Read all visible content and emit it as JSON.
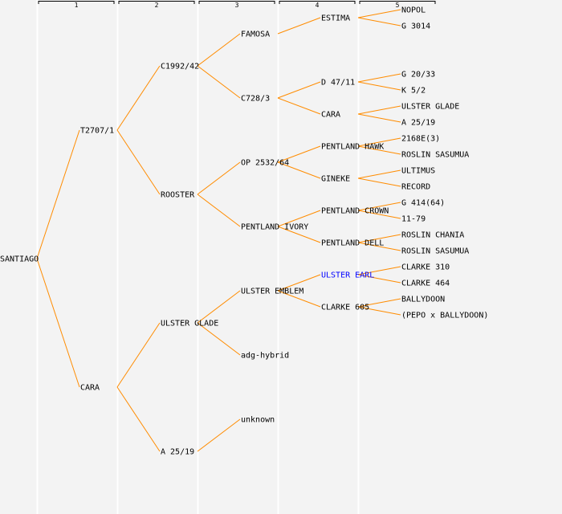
{
  "colors": {
    "line": "#ff8c00",
    "text": "#000000",
    "highlight": "#0000ff",
    "background": "#f3f3f3",
    "divider": "#ffffff"
  },
  "generations": [
    "1",
    "2",
    "3",
    "4",
    "5"
  ],
  "tree": {
    "label": "SANTIAGO",
    "children": [
      {
        "label": "T2707/1",
        "children": [
          {
            "label": "C1992/42",
            "children": [
              {
                "label": "FAMOSA",
                "children": [
                  {
                    "label": "ESTIMA",
                    "children": [
                      {
                        "label": "NOPOL"
                      },
                      {
                        "label": "G 3014"
                      }
                    ]
                  },
                  null
                ]
              },
              {
                "label": "C728/3",
                "children": [
                  {
                    "label": "D 47/11",
                    "children": [
                      {
                        "label": "G 20/33"
                      },
                      {
                        "label": "K 5/2"
                      }
                    ]
                  },
                  {
                    "label": "CARA",
                    "children": [
                      {
                        "label": "ULSTER GLADE"
                      },
                      {
                        "label": "A 25/19"
                      }
                    ]
                  }
                ]
              }
            ]
          },
          {
            "label": "ROOSTER",
            "children": [
              {
                "label": "OP 2532/64",
                "children": [
                  {
                    "label": "PENTLAND HAWK",
                    "children": [
                      {
                        "label": "2168E(3)"
                      },
                      {
                        "label": "ROSLIN SASUMUA"
                      }
                    ]
                  },
                  {
                    "label": "GINEKE",
                    "children": [
                      {
                        "label": "ULTIMUS"
                      },
                      {
                        "label": "RECORD"
                      }
                    ]
                  }
                ]
              },
              {
                "label": "PENTLAND IVORY",
                "children": [
                  {
                    "label": "PENTLAND CROWN",
                    "children": [
                      {
                        "label": "G 414(64)"
                      },
                      {
                        "label": "11-79"
                      }
                    ]
                  },
                  {
                    "label": "PENTLAND DELL",
                    "children": [
                      {
                        "label": "ROSLIN CHANIA"
                      },
                      {
                        "label": "ROSLIN SASUMUA"
                      }
                    ]
                  }
                ]
              }
            ]
          }
        ]
      },
      {
        "label": "CARA",
        "children": [
          {
            "label": "ULSTER GLADE",
            "children": [
              {
                "label": "ULSTER EMBLEM",
                "children": [
                  {
                    "label": "ULSTER EARL",
                    "highlight": true,
                    "children": [
                      {
                        "label": "CLARKE 310"
                      },
                      {
                        "label": "CLARKE 464"
                      }
                    ]
                  },
                  {
                    "label": "CLARKE 605",
                    "children": [
                      {
                        "label": "BALLYDOON"
                      },
                      {
                        "label": "(PEPO x BALLYDOON)"
                      }
                    ]
                  }
                ]
              },
              {
                "label": "adg-hybrid"
              }
            ]
          },
          {
            "label": "A 25/19",
            "children": [
              {
                "label": "unknown"
              },
              null
            ]
          }
        ]
      }
    ]
  }
}
